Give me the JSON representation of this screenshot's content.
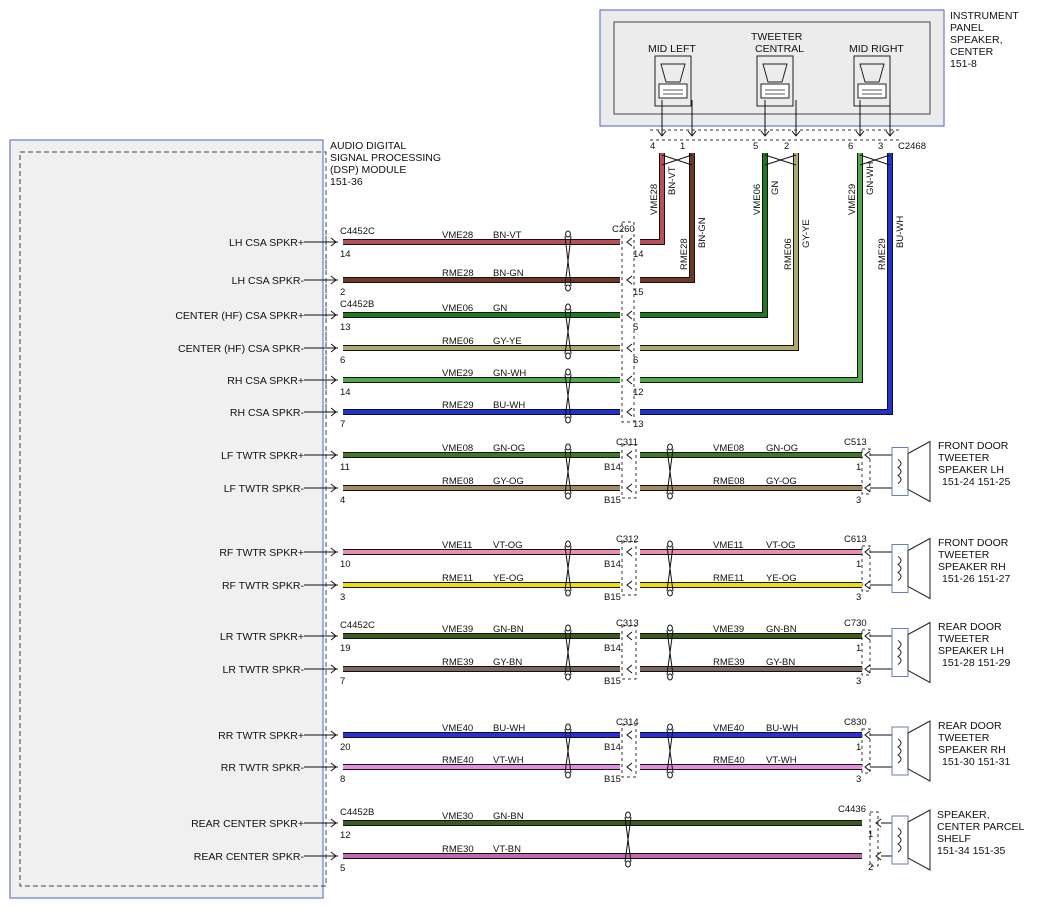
{
  "modules": {
    "dsp": {
      "title_lines": [
        "AUDIO DIGITAL",
        "SIGNAL PROCESSING",
        "(DSP) MODULE",
        "151-36"
      ]
    },
    "instrument_panel": {
      "title_lines": [
        "INSTRUMENT",
        "PANEL",
        "SPEAKER,",
        "CENTER",
        "151-8"
      ],
      "speakers": [
        {
          "label_lines": [
            "MID LEFT"
          ]
        },
        {
          "label_lines": [
            "TWEETER",
            "CENTRAL"
          ]
        },
        {
          "label_lines": [
            "MID RIGHT"
          ]
        }
      ]
    }
  },
  "dsp_pins": [
    "LH CSA SPKR+",
    "LH CSA SPKR-",
    "CENTER (HF) CSA SPKR+",
    "CENTER (HF) CSA SPKR-",
    "RH CSA SPKR+",
    "RH CSA SPKR-",
    "LF TWTR SPKR+",
    "LF TWTR SPKR-",
    "RF TWTR SPKR+",
    "RF TWTR SPKR-",
    "LR TWTR SPKR+",
    "LR TWTR SPKR-",
    "RR TWTR SPKR+",
    "RR TWTR SPKR-",
    "REAR CENTER SPKR+",
    "REAR CENTER SPKR-"
  ],
  "dsp_pin_numbers": [
    "14",
    "2",
    "13",
    "6",
    "14",
    "7",
    "11",
    "4",
    "10",
    "3",
    "19",
    "7",
    "20",
    "8",
    "12",
    "5"
  ],
  "dsp_connectors": [
    "C4452C",
    "C4452B",
    "C4452C",
    "C4452B"
  ],
  "center_circuits": [
    {
      "circuit": "VME28",
      "color": "BN-VT",
      "c260_pin": "14",
      "hex": "#b8505a"
    },
    {
      "circuit": "RME28",
      "color": "BN-GN",
      "c260_pin": "15",
      "hex": "#6e3826"
    },
    {
      "circuit": "VME06",
      "color": "GN",
      "c260_pin": "5",
      "hex": "#1d7a1d"
    },
    {
      "circuit": "RME06",
      "color": "GY-YE",
      "c260_pin": "6",
      "hex": "#b0a86e"
    },
    {
      "circuit": "VME29",
      "color": "GN-WH",
      "c260_pin": "12",
      "hex": "#56a84e"
    },
    {
      "circuit": "RME29",
      "color": "BU-WH",
      "c260_pin": "13",
      "hex": "#2233cc"
    }
  ],
  "inline_connectors": {
    "c260": "C260",
    "c2468": "C2468"
  },
  "c2468_pins": [
    "4",
    "1",
    "5",
    "2",
    "6",
    "3"
  ],
  "tweeter_groups": [
    {
      "inline": "C311",
      "speaker_conn": "C513",
      "speaker_lines": [
        "FRONT DOOR",
        "TWEETER",
        "SPEAKER LH",
        "151-24  151-25"
      ],
      "wires": [
        {
          "circuit": "VME08",
          "color": "GN-OG",
          "inline_pin": "B14",
          "spk_pin": "1",
          "hex": "#3f7a1e"
        },
        {
          "circuit": "RME08",
          "color": "GY-OG",
          "inline_pin": "B15",
          "spk_pin": "3",
          "hex": "#a08a68"
        }
      ]
    },
    {
      "inline": "C312",
      "speaker_conn": "C613",
      "speaker_lines": [
        "FRONT DOOR",
        "TWEETER",
        "SPEAKER RH",
        "151-26  151-27"
      ],
      "wires": [
        {
          "circuit": "VME11",
          "color": "VT-OG",
          "inline_pin": "B14",
          "spk_pin": "1",
          "hex": "#e891a8"
        },
        {
          "circuit": "RME11",
          "color": "YE-OG",
          "inline_pin": "B15",
          "spk_pin": "3",
          "hex": "#ede000"
        }
      ]
    },
    {
      "inline": "C313",
      "speaker_conn": "C730",
      "speaker_lines": [
        "REAR DOOR",
        "TWEETER",
        "SPEAKER LH",
        "151-28  151-29"
      ],
      "wires": [
        {
          "circuit": "VME39",
          "color": "GN-BN",
          "inline_pin": "B14",
          "spk_pin": "1",
          "hex": "#3a5a22"
        },
        {
          "circuit": "RME39",
          "color": "GY-BN",
          "inline_pin": "B15",
          "spk_pin": "3",
          "hex": "#7a6860"
        }
      ]
    },
    {
      "inline": "C314",
      "speaker_conn": "C830",
      "speaker_lines": [
        "REAR DOOR",
        "TWEETER",
        "SPEAKER RH",
        "151-30  151-31"
      ],
      "wires": [
        {
          "circuit": "VME40",
          "color": "BU-WH",
          "inline_pin": "B14",
          "spk_pin": "1",
          "hex": "#2a2ee0"
        },
        {
          "circuit": "RME40",
          "color": "VT-WH",
          "inline_pin": "B15",
          "spk_pin": "3",
          "hex": "#e48ee2"
        }
      ]
    }
  ],
  "rear_center": {
    "speaker_conn": "C4436",
    "speaker_lines": [
      "SPEAKER,",
      "CENTER PARCEL",
      "SHELF",
      "151-34  151-35"
    ],
    "wires": [
      {
        "circuit": "VME30",
        "color": "GN-BN",
        "spk_pin": "1",
        "hex": "#3a5a22"
      },
      {
        "circuit": "RME30",
        "color": "VT-BN",
        "spk_pin": "2",
        "hex": "#c06ab0"
      }
    ]
  }
}
